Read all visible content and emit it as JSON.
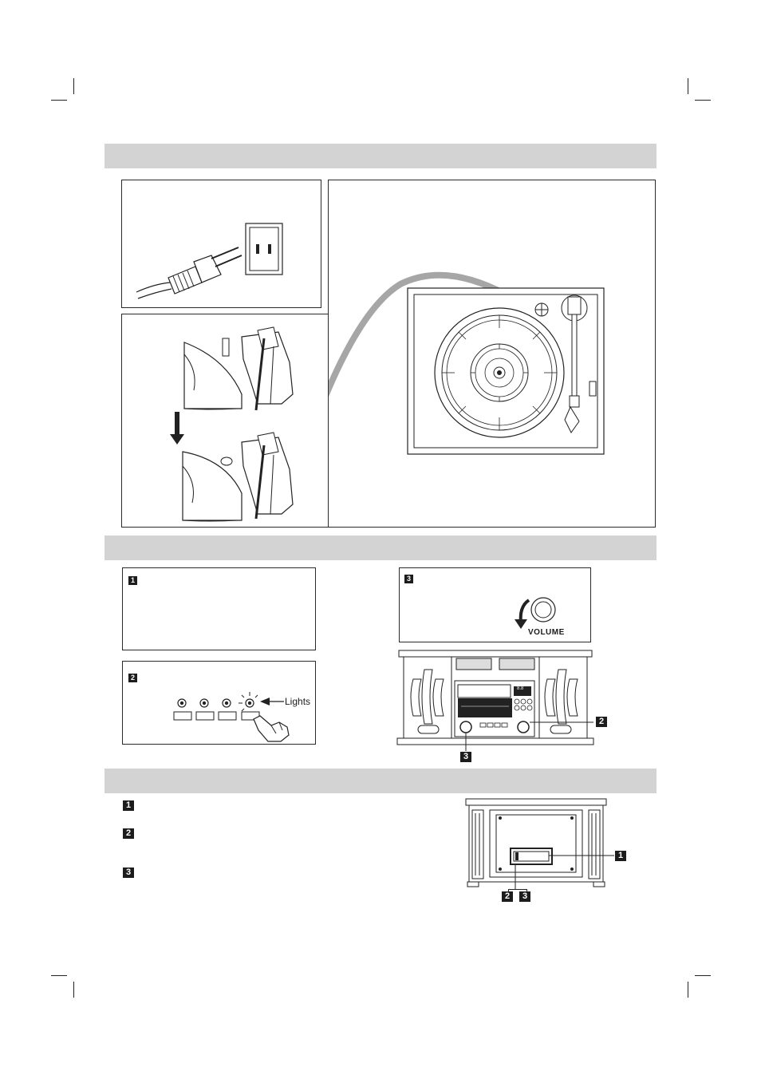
{
  "section2": {
    "panel1_badge": "1",
    "panel2_badge": "2",
    "panel3_badge": "3",
    "lights_label": "Lights",
    "volume_label": "VOLUME",
    "callout_2": "2",
    "callout_3": "3"
  },
  "section3": {
    "list_badges": [
      "1",
      "2",
      "3"
    ],
    "callout_1": "1",
    "callout_2": "2",
    "callout_3": "3"
  },
  "device_display_text": "8.8"
}
